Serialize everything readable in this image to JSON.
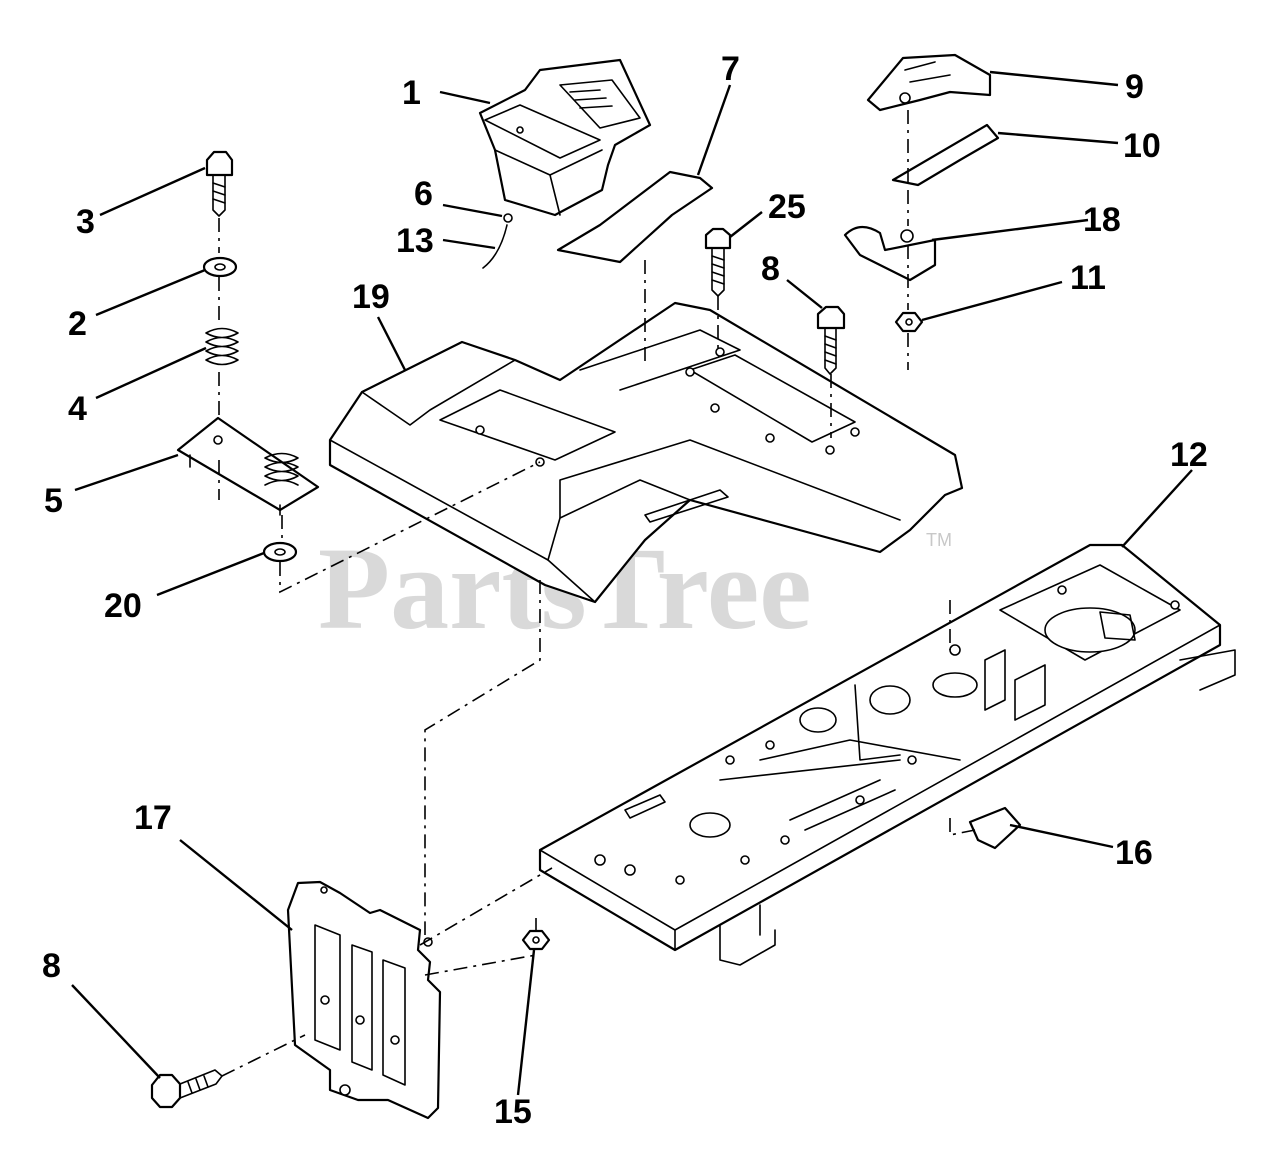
{
  "watermark": {
    "text": "PartsTree",
    "mark": "TM"
  },
  "callouts": [
    "1",
    "7",
    "9",
    "10",
    "3",
    "6",
    "25",
    "13",
    "18",
    "8",
    "2",
    "11",
    "19",
    "4",
    "5",
    "12",
    "20",
    "17",
    "16",
    "8",
    "15"
  ]
}
